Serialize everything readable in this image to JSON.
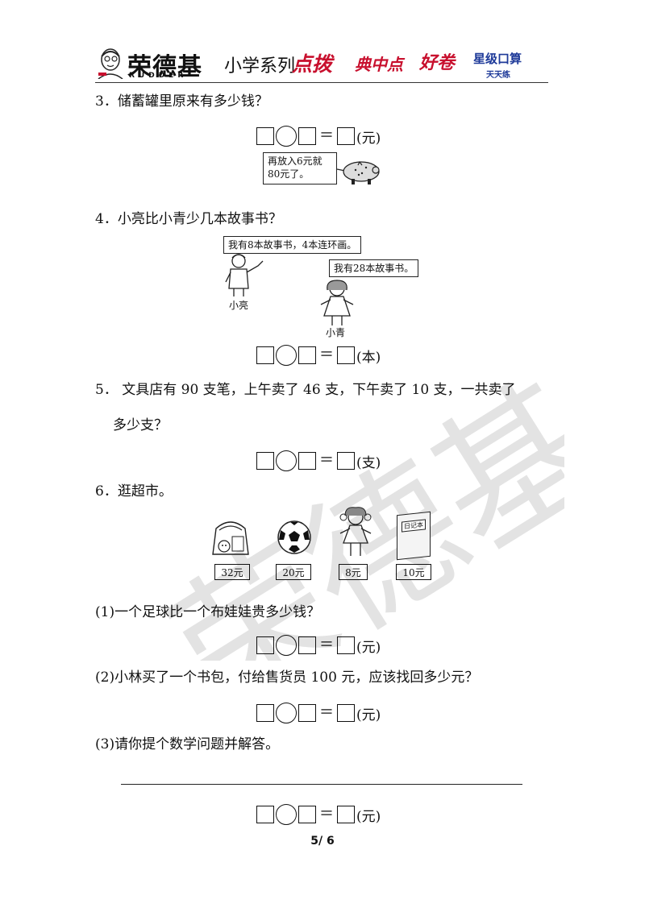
{
  "header": {
    "brand": "荣德基",
    "brand_sub": "RUDDER",
    "series": "小学系列",
    "slogans": [
      "点拨",
      "典中点",
      "好卷",
      "星级口算"
    ],
    "slogan4_sub": "天天练",
    "accent": "#c8102e",
    "blue": "#1e3a99"
  },
  "watermark": "荣德基",
  "q3": {
    "text": "3．储蓄罐里原来有多少钱？",
    "bubble_l1": "再放入6元就",
    "bubble_l2": "80元了。",
    "eq_equal": "＝",
    "unit": "(元)"
  },
  "q4": {
    "text": "4．小亮比小青少几本故事书？",
    "bubble_boy": "我有8本故事书，4本连环画。",
    "bubble_girl": "我有28本故事书。",
    "name_boy": "小亮",
    "name_girl": "小青",
    "eq_equal": "＝",
    "unit": "(本)"
  },
  "q5": {
    "text_l1": "5． 文具店有 90 支笔，上午卖了 46 支，下午卖了 10 支，一共卖了",
    "text_l2": "多少支？",
    "eq_equal": "＝",
    "unit": "(支)"
  },
  "q6": {
    "text": "6．逛超市。",
    "notebook_label": "日记本",
    "prices": [
      "32元",
      "20元",
      "8元",
      "10元"
    ],
    "sub1": "(1)一个足球比一个布娃娃贵多少钱？",
    "sub2": "(2)小林买了一个书包，付给售货员 100 元，应该找回多少元？",
    "sub3": "(3)请你提个数学问题并解答。",
    "eq_equal": "＝",
    "unit": "(元)"
  },
  "footer": {
    "page": "5/ 6"
  }
}
